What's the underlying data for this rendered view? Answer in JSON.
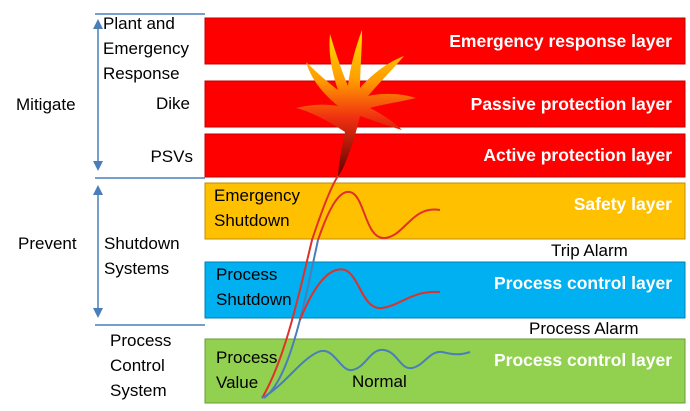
{
  "layers": [
    {
      "label": "Emergency response layer",
      "color": "#ff0000"
    },
    {
      "label": "Passive protection layer",
      "color": "#ff0000"
    },
    {
      "label": "Active protection layer",
      "color": "#ff0000"
    },
    {
      "label": "Safety layer",
      "color": "#ffc000"
    },
    {
      "label": "Process control layer",
      "color": "#00b0f0"
    },
    {
      "label": "Process control layer",
      "color": "#92d050"
    }
  ],
  "left_labels": {
    "plant_emergency": [
      "Plant and",
      "Emergency",
      "Response"
    ],
    "dike": "Dike",
    "psvs": "PSVs",
    "mitigate": "Mitigate",
    "prevent": "Prevent",
    "shutdown_systems": [
      "Shutdown",
      "Systems"
    ],
    "process_control_system": [
      "Process",
      "Control",
      "System"
    ]
  },
  "inner_labels": {
    "emergency_shutdown": [
      "Emergency",
      "Shutdown"
    ],
    "process_shutdown": [
      "Process",
      "Shutdown"
    ],
    "process_value": [
      "Process",
      "Value"
    ],
    "normal": "Normal"
  },
  "alarms": {
    "trip_alarm": "Trip Alarm",
    "process_alarm": "Process Alarm"
  },
  "colors": {
    "arrow": "#4a7ebb",
    "curve_red": "#e0302a",
    "curve_blue": "#4a7ebb",
    "flame_outer": "#ffd400",
    "flame_inner": "#8b0000"
  }
}
